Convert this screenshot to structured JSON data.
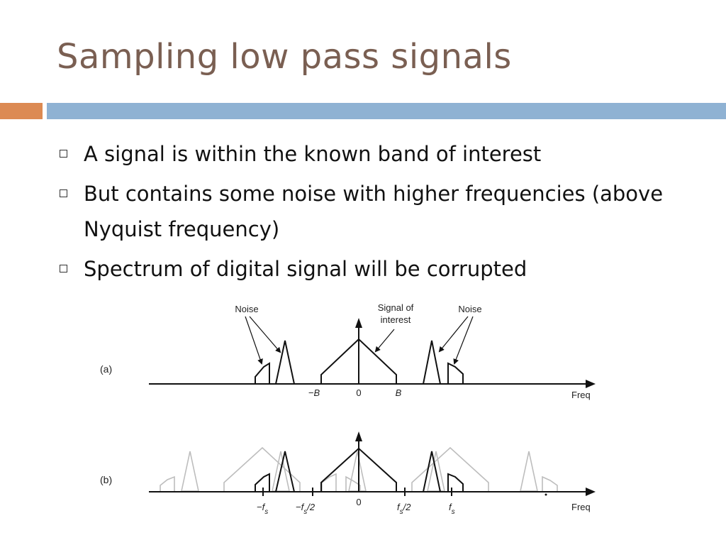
{
  "title": "Sampling low pass signals",
  "colors": {
    "title": "#7a5f52",
    "accent_bar": "#dc8a53",
    "main_bar": "#8fb2d3",
    "alias": "#bdbdbd"
  },
  "bullets": [
    {
      "text": "A signal is within the known band of interest"
    },
    {
      "text": "But contains some noise with higher frequencies (above Nyquist frequency)"
    },
    {
      "text": "Spectrum of digital signal will be corrupted"
    }
  ],
  "diagram": {
    "panel_a": {
      "label": "(a)",
      "noise_left": "Noise",
      "signal_line1": "Signal of",
      "signal_line2": "interest",
      "noise_right": "Noise",
      "tick_neg_b": "−B",
      "tick_zero": "0",
      "tick_b": "B",
      "axis_label": "Freq"
    },
    "panel_b": {
      "label": "(b)",
      "tick_zero": "0",
      "ticks": [
        {
          "main": "−f",
          "sub": "s",
          "suffix": ""
        },
        {
          "main": "−f",
          "sub": "s",
          "suffix": "/2"
        },
        {
          "main": "f",
          "sub": "s",
          "suffix": "/2"
        },
        {
          "main": "f",
          "sub": "s",
          "suffix": ""
        }
      ],
      "axis_label": "Freq"
    }
  }
}
